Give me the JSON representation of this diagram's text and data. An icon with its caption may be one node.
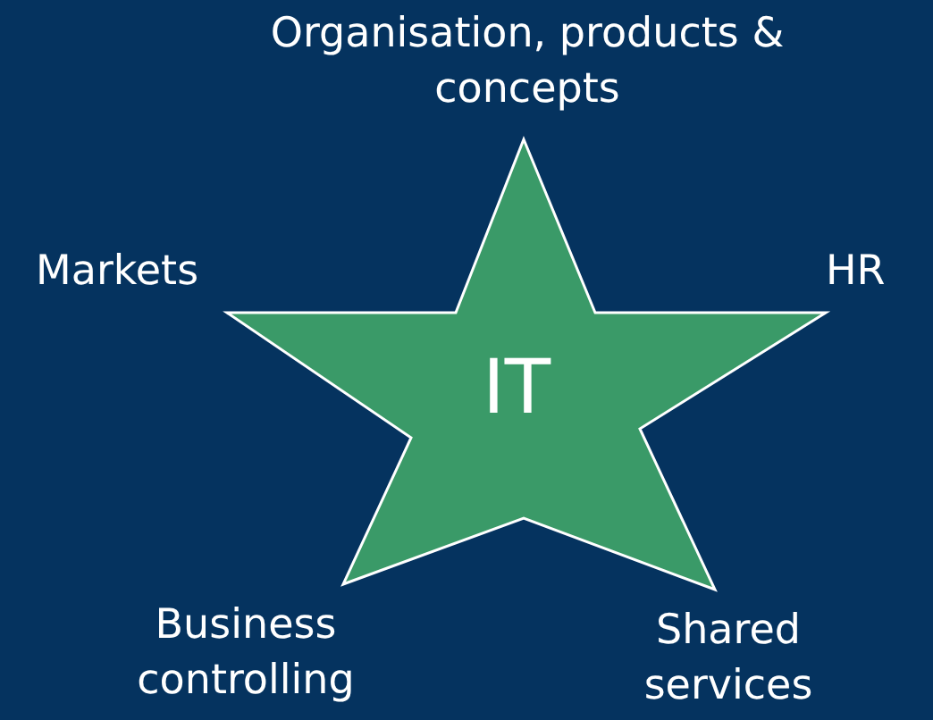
{
  "diagram": {
    "nodes": [
      {
        "text": [
          "IT"
        ]
      }
    ],
    "labels": [
      "Organisation, products & concepts",
      "Markets",
      "HR",
      "Business controlling",
      "Shared services"
    ]
  }
}
